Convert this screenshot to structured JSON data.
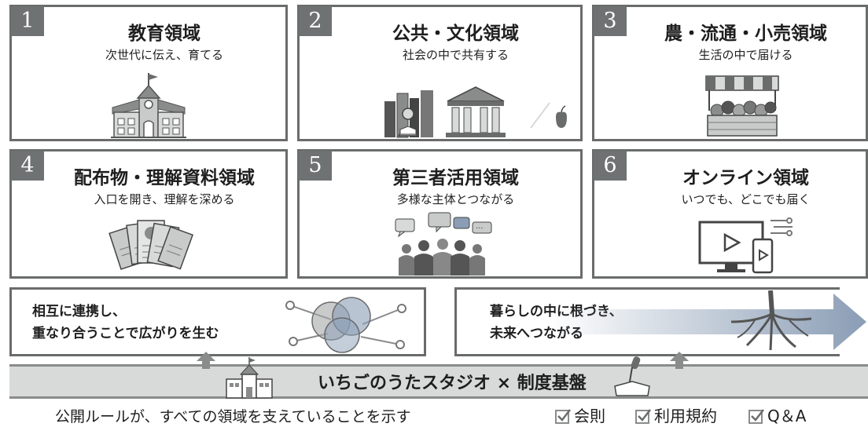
{
  "domains": [
    {
      "number": "1",
      "title": "教育領域",
      "subtitle": "次世代に伝え、育てる",
      "icon": "school-building-icon"
    },
    {
      "number": "2",
      "title": "公共・文化領域",
      "subtitle": "社会の中で共有する",
      "icon": "library-museum-icon"
    },
    {
      "number": "3",
      "title": "農・流通・小売領域",
      "subtitle": "生活の中で届ける",
      "icon": "market-stall-icon"
    },
    {
      "number": "4",
      "title": "配布物・理解資料領域",
      "subtitle": "入口を開き、理解を深める",
      "icon": "handout-documents-icon"
    },
    {
      "number": "5",
      "title": "第三者活用領域",
      "subtitle": "多様な主体とつながる",
      "icon": "people-conversation-icon"
    },
    {
      "number": "6",
      "title": "オンライン領域",
      "subtitle": "いつでも、どこでも届く",
      "icon": "monitor-smartphone-icon"
    }
  ],
  "flow": {
    "left_line1": "相互に連携し、",
    "left_line2": "重なり合うことで広がりを生む",
    "right_line1": "暮らしの中に根づき、",
    "right_line2": "未来へつながる"
  },
  "base": {
    "title": "いちごのうたスタジオ × 制度基盤"
  },
  "footer": {
    "caption": "公開ルールが、すべての領域を支えていることを示す",
    "links": [
      "会則",
      "利用規約",
      "Q＆A"
    ]
  },
  "colors": {
    "frame": "#6a6c6c",
    "badge": "#6f7272",
    "band": "#d8dad9",
    "arrow": "#8a9db5"
  }
}
